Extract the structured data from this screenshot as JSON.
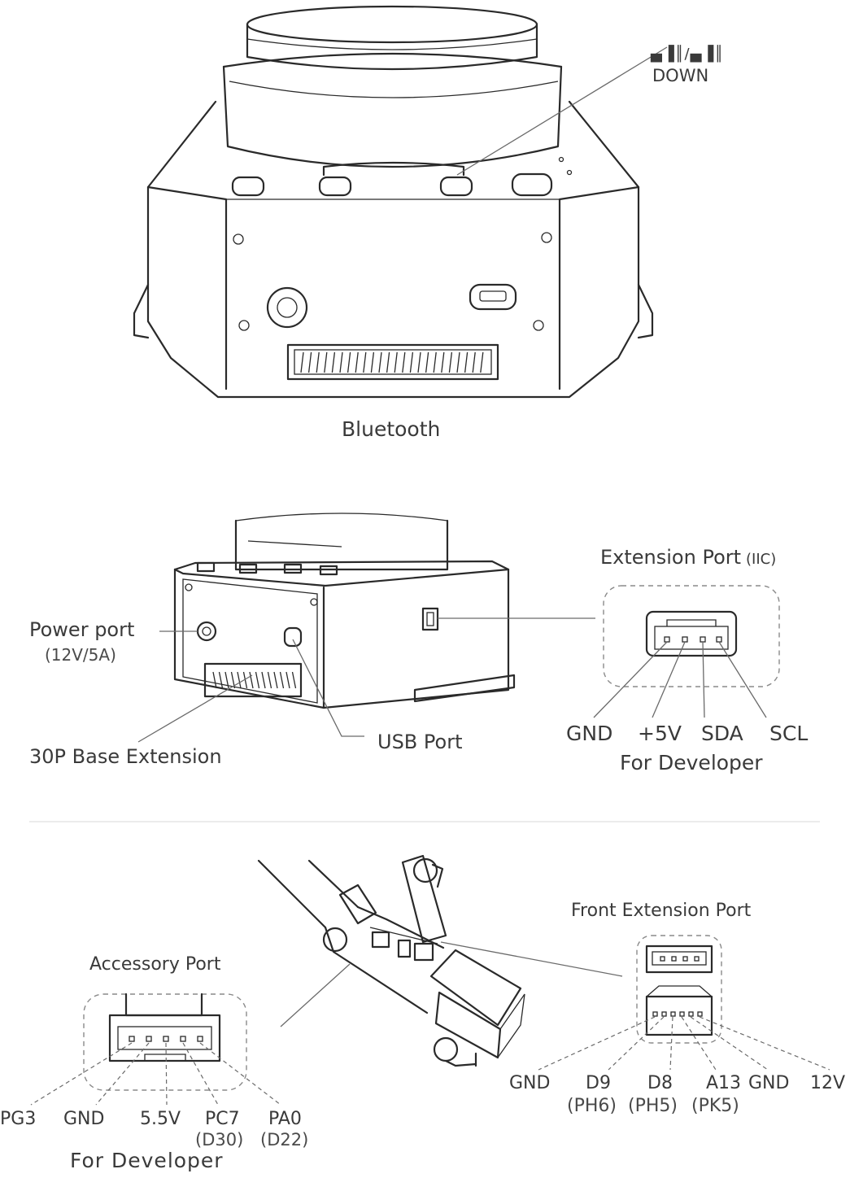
{
  "section1": {
    "button_marks": "▄▐║/▄▐║",
    "down_label": "DOWN",
    "caption": "Bluetooth"
  },
  "section2": {
    "extension_port_title": "Extension Port",
    "extension_port_title_suffix": "(IIC)",
    "power_port": "Power port",
    "power_port_spec": "(12V/5A)",
    "base_extension": "30P Base Extension",
    "usb_port": "USB Port",
    "pins": [
      "GND",
      "+5V",
      "SDA",
      "SCL"
    ],
    "for_developer": "For Developer"
  },
  "section3": {
    "front_extension_title": "Front Extension Port",
    "accessory_title": "Accessory Port",
    "front_pins": [
      "GND",
      "D9",
      "D8",
      "A13",
      "GND",
      "12V"
    ],
    "front_pin_notes": [
      "(PH6)",
      "(PH5)",
      "(PK5)"
    ],
    "accessory_pins": [
      "PG3",
      "GND",
      "5.5V",
      "PC7",
      "PA0"
    ],
    "accessory_pin_notes": [
      "(D30)",
      "(D22)"
    ],
    "for_developer": "For Developer"
  }
}
